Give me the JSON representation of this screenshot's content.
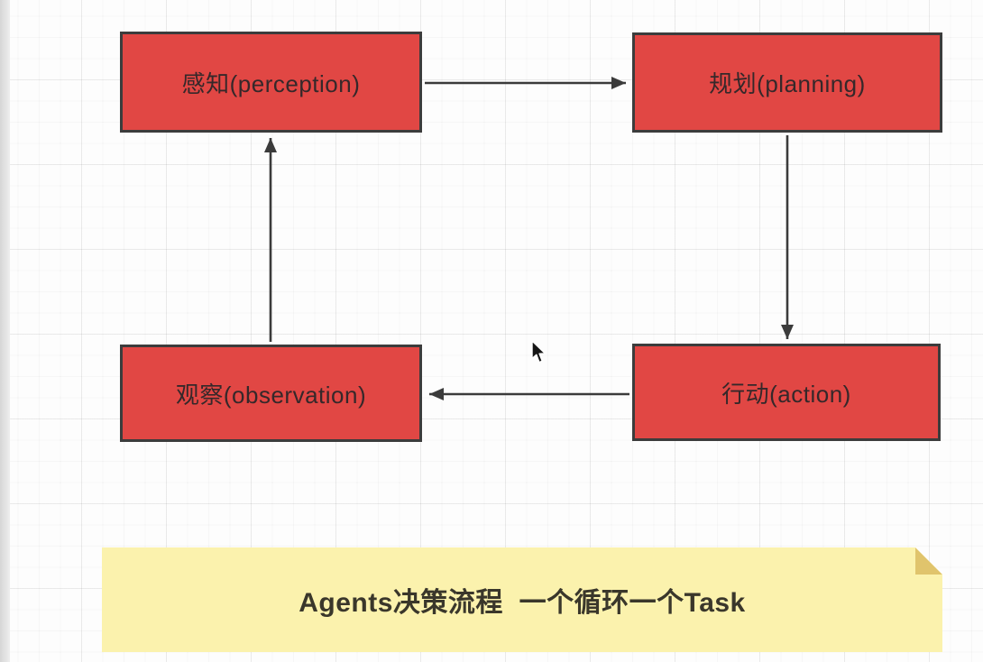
{
  "diagram": {
    "nodes": [
      {
        "id": "perception",
        "label": "感知(perception)"
      },
      {
        "id": "planning",
        "label": "规划(planning)"
      },
      {
        "id": "observation",
        "label": "观察(observation)"
      },
      {
        "id": "action",
        "label": "行动(action)"
      }
    ],
    "edges": [
      {
        "from": "perception",
        "to": "planning"
      },
      {
        "from": "planning",
        "to": "action"
      },
      {
        "from": "action",
        "to": "observation"
      },
      {
        "from": "observation",
        "to": "perception"
      }
    ],
    "note": {
      "text": "Agents决策流程  一个循环一个Task"
    },
    "colors": {
      "node_fill": "#e14744",
      "node_border": "#3c3c3c",
      "node_text": "#35282a",
      "arrow": "#3b3b3b",
      "note_fill": "#fbf2ad",
      "note_fold": "#e0c46c",
      "note_text": "#3a372b",
      "canvas_bg": "#fdfdfd",
      "grid_line": "#ededed"
    }
  }
}
